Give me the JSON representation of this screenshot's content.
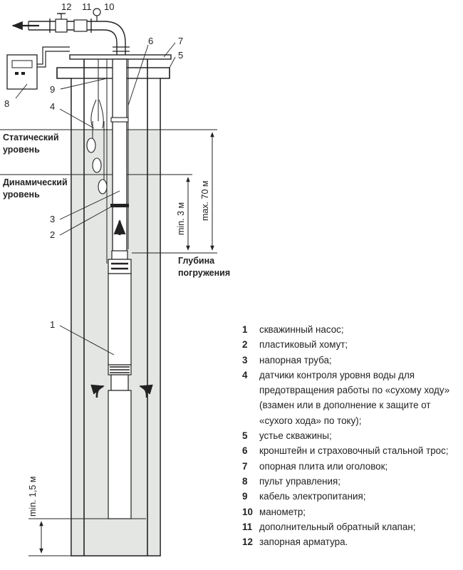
{
  "colors": {
    "ink": "#222222",
    "water": "#e3e6e3",
    "casing": "#ffffff",
    "wall": "#ffffff"
  },
  "labels": {
    "n1": "1",
    "n2": "2",
    "n3": "3",
    "n4": "4",
    "n5": "5",
    "n6": "6",
    "n7": "7",
    "n8": "8",
    "n9": "9",
    "n10": "10",
    "n11": "11",
    "n12": "12",
    "static_level_1": "Статический",
    "static_level_2": "уровень",
    "dynamic_level_1": "Динамический",
    "dynamic_level_2": "уровень",
    "immersion_1": "Глубина",
    "immersion_2": "погружения",
    "max_depth": "max. 70 м",
    "min_submersion": "min. 3 м",
    "min_bottom": "min. 1,5 м"
  },
  "legend": [
    {
      "num": "1",
      "text": "скважинный насос;"
    },
    {
      "num": "2",
      "text": "пластиковый хомут;"
    },
    {
      "num": "3",
      "text": "напорная труба;"
    },
    {
      "num": "4",
      "text": "датчики контроля уровня воды для предотвращения работы по «сухому ходу» (взамен или в дополнение к защите от «сухого хода» по току);"
    },
    {
      "num": "5",
      "text": "устье скважины;"
    },
    {
      "num": "6",
      "text": "кронштейн и страховочный стальной трос;"
    },
    {
      "num": "7",
      "text": "опорная плита или оголовок;"
    },
    {
      "num": "8",
      "text": "пульт управления;"
    },
    {
      "num": "9",
      "text": "кабель электропитания;"
    },
    {
      "num": "10",
      "text": "манометр;"
    },
    {
      "num": "11",
      "text": "дополнительный обратный клапан;"
    },
    {
      "num": "12",
      "text": "запорная арматура."
    }
  ]
}
